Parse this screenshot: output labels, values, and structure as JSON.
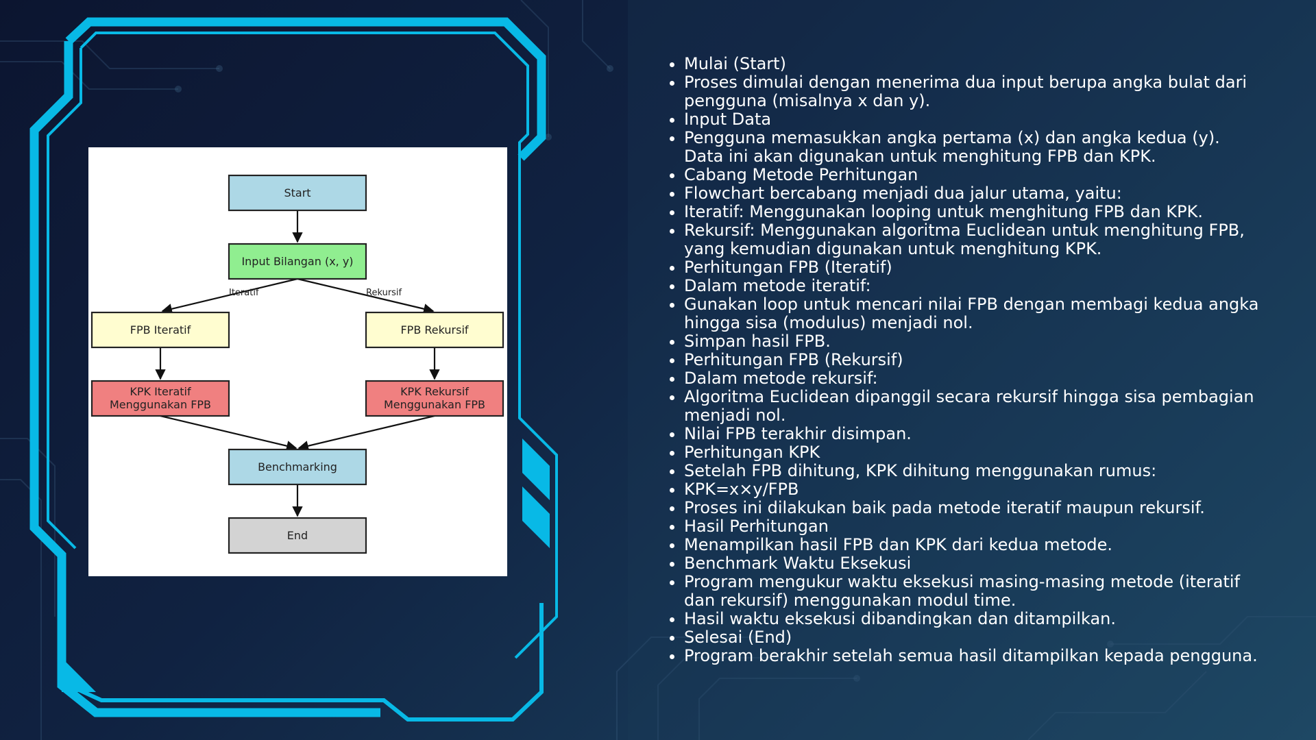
{
  "colors": {
    "accent": "#08b9e6",
    "node_start": "#add8e6",
    "node_input": "#90ee90",
    "node_fpb": "#fffdd0",
    "node_kpk": "#f08080",
    "node_benchmark": "#add8e6",
    "node_end": "#d3d3d3"
  },
  "flowchart": {
    "nodes": {
      "start": "Start",
      "input": "Input Bilangan (x, y)",
      "fpb_iteratif": "FPB Iteratif",
      "fpb_rekursif": "FPB Rekursif",
      "kpk_iteratif": [
        "KPK Iteratif",
        "Menggunakan FPB"
      ],
      "kpk_rekursif": [
        "KPK Rekursif",
        "Menggunakan FPB"
      ],
      "benchmark": "Benchmarking",
      "end": "End"
    },
    "edge_labels": {
      "iteratif": "Iteratif",
      "rekursif": "Rekursif"
    }
  },
  "notes": [
    "Mulai (Start)",
    "Proses dimulai dengan menerima dua input berupa angka bulat dari pengguna (misalnya x dan y).",
    "Input Data",
    "Pengguna memasukkan angka pertama (x) dan angka kedua (y). Data ini akan digunakan untuk menghitung FPB dan KPK.",
    "Cabang Metode Perhitungan",
    "Flowchart bercabang menjadi dua jalur utama, yaitu:",
    "Iteratif: Menggunakan looping untuk menghitung FPB dan KPK.",
    "Rekursif: Menggunakan algoritma Euclidean untuk menghitung FPB, yang kemudian digunakan untuk menghitung KPK.",
    "Perhitungan FPB (Iteratif)",
    "Dalam metode iteratif:",
    "Gunakan loop untuk mencari nilai FPB dengan membagi kedua angka hingga sisa (modulus) menjadi nol.",
    "Simpan hasil FPB.",
    "Perhitungan FPB (Rekursif)",
    "Dalam metode rekursif:",
    "Algoritma Euclidean dipanggil secara rekursif hingga sisa pembagian menjadi nol.",
    "Nilai FPB terakhir disimpan.",
    "Perhitungan KPK",
    "Setelah FPB dihitung, KPK dihitung menggunakan rumus:",
    "KPK=x×y/FPB",
    "Proses ini dilakukan baik pada metode iteratif maupun rekursif.",
    "Hasil Perhitungan",
    "Menampilkan hasil FPB dan KPK dari kedua metode.",
    "Benchmark Waktu Eksekusi",
    "Program mengukur waktu eksekusi masing-masing metode (iteratif dan rekursif) menggunakan modul time.",
    "Hasil waktu eksekusi dibandingkan dan ditampilkan.",
    "Selesai (End)",
    "Program berakhir setelah semua hasil ditampilkan kepada pengguna."
  ]
}
